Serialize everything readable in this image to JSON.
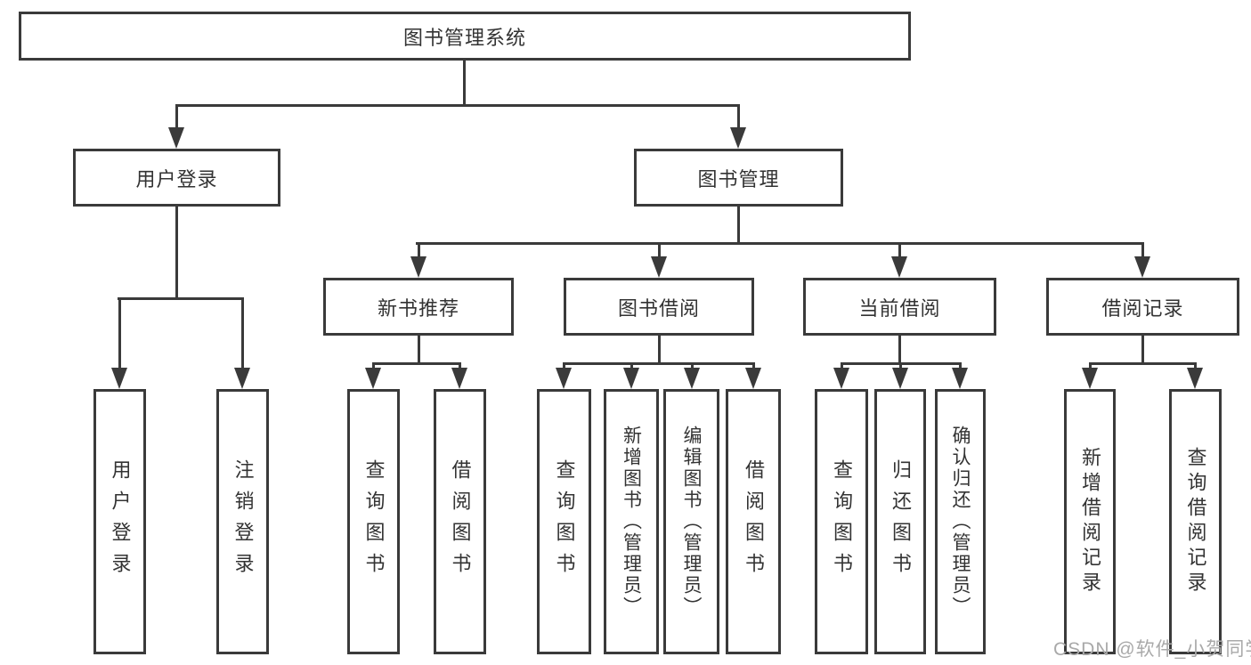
{
  "colors": {
    "line": "#3a3a3a",
    "text": "#333333",
    "background": "#ffffff",
    "watermark": "#a9a9a9"
  },
  "root": {
    "label": "图书管理系统"
  },
  "level2": {
    "user_login": {
      "label": "用户登录"
    },
    "book_management": {
      "label": "图书管理"
    }
  },
  "level3": {
    "new_book_recommend": {
      "label": "新书推荐"
    },
    "book_borrow": {
      "label": "图书借阅"
    },
    "current_borrow": {
      "label": "当前借阅"
    },
    "borrow_record": {
      "label": "借阅记录"
    }
  },
  "leaves": {
    "user_login": {
      "login": "用户登录",
      "logout": "注销登录"
    },
    "new_book_recommend": {
      "query": "查询图书",
      "borrow": "借阅图书"
    },
    "book_borrow": {
      "query": "查询图书",
      "add": "新增图书（管理员）",
      "edit": "编辑图书（管理员）",
      "borrow": "借阅图书"
    },
    "current_borrow": {
      "query": "查询图书",
      "return": "归还图书",
      "confirm": "确认归还（管理员）"
    },
    "borrow_record": {
      "add": "新增借阅记录",
      "query": "查询借阅记录"
    }
  },
  "watermark": {
    "text": "CSDN @软件_小贺同学"
  }
}
